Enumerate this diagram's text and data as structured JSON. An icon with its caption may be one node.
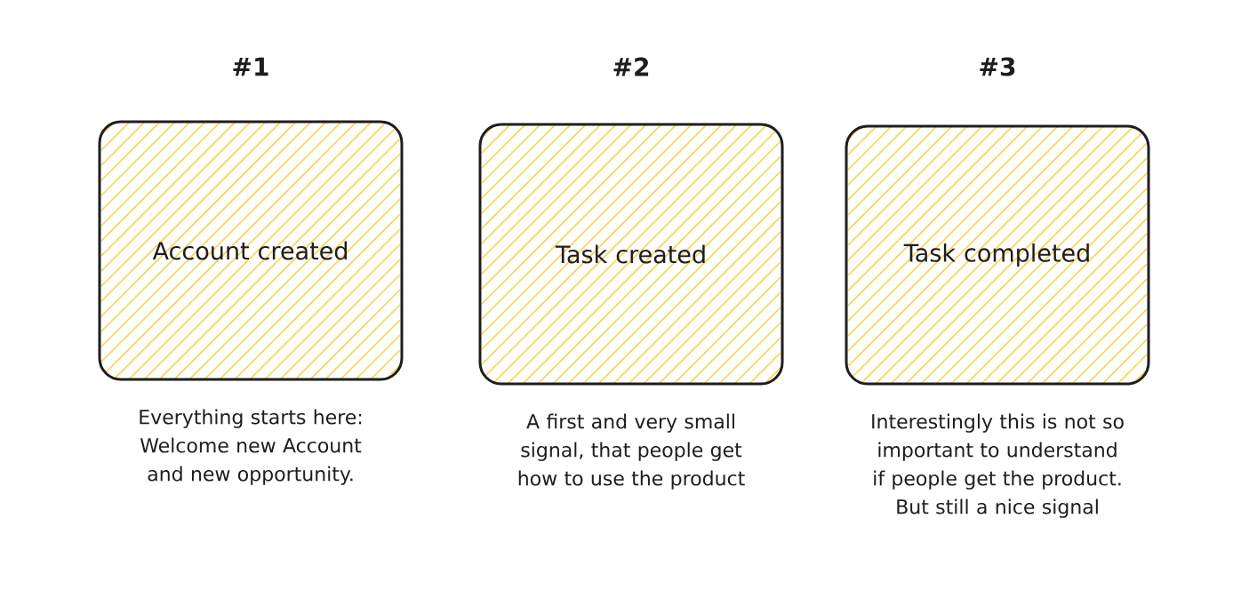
{
  "diagram": {
    "nodes": [
      {
        "text": [
          "#1",
          "Account created"
        ],
        "beside": [
          "Everything starts here: Welcome new Account and new opportunity."
        ]
      },
      {
        "text": [
          "#2",
          "Task created"
        ],
        "beside": [
          "A first and very small signal, that people get how to use the product"
        ]
      },
      {
        "text": [
          "#3",
          "Task completed"
        ],
        "beside": [
          "Interestingly this is not so important to understand if people get the product. But still a nice signal"
        ]
      }
    ]
  }
}
